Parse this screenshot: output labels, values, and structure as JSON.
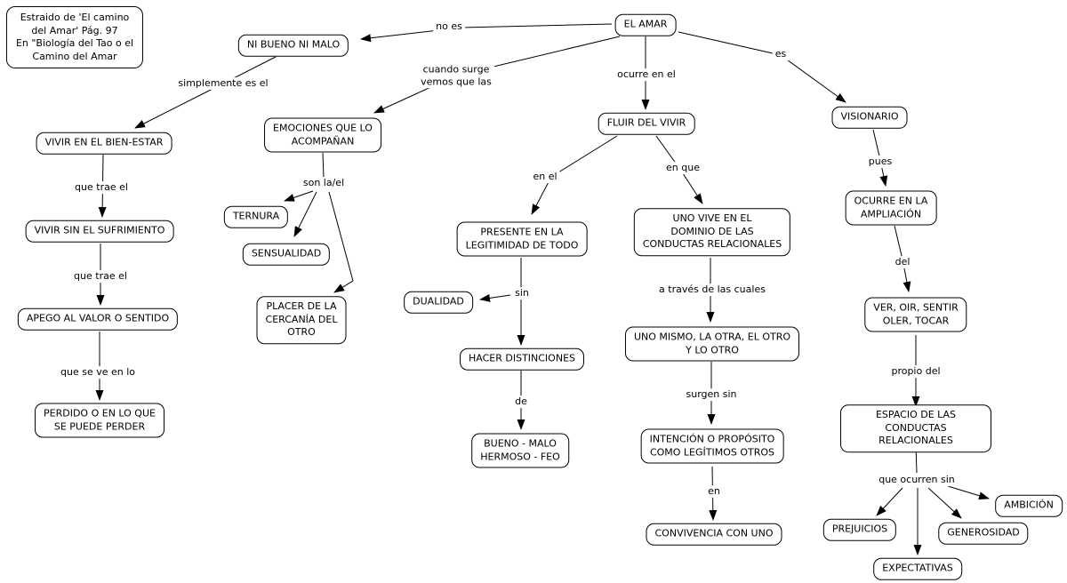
{
  "meta": {
    "background_color": "#ffffff",
    "node_fill_color": "#ffffff",
    "node_border_color": "#000000",
    "line_color": "#000000",
    "text_color": "#000000"
  },
  "source_note": {
    "text": "Estraido de 'El camino\ndel Amar' Pág. 97\nEn \"Biología del Tao o el\nCamino del Amar"
  },
  "nodes": {
    "el_amar": {
      "label": "EL AMAR"
    },
    "ni_bueno_ni_malo": {
      "label": "NI BUENO NI MALO"
    },
    "vivir_bien_estar": {
      "label": "VIVIR EN EL BIEN-ESTAR"
    },
    "emociones": {
      "label": "EMOCIONES QUE LO\nACOMPAÑAN"
    },
    "fluir_del_vivir": {
      "label": "FLUIR DEL VIVIR"
    },
    "visionario": {
      "label": "VISIONARIO"
    },
    "vivir_sin_sufrimiento": {
      "label": "VIVIR SIN EL SUFRIMIENTO"
    },
    "ternura": {
      "label": "TERNURA"
    },
    "sensualidad": {
      "label": "SENSUALIDAD"
    },
    "placer_cercania": {
      "label": "PLACER DE LA\nCERCANÍA DEL\nOTRO"
    },
    "ocurre_ampliacion": {
      "label": "OCURRE EN LA\nAMPLIACIÓN"
    },
    "presente_legitimidad": {
      "label": "PRESENTE EN LA\nLEGITIMIDAD DE TODO"
    },
    "uno_vive_dominio": {
      "label": "UNO VIVE EN EL\nDOMINIO DE LAS\nCONDUCTAS RELACIONALES"
    },
    "apego_valor": {
      "label": "APEGO AL VALOR O SENTIDO"
    },
    "dualidad": {
      "label": "DUALIDAD"
    },
    "ver_oir_sentir": {
      "label": "VER, OIR, SENTIR\nOLER, TOCAR"
    },
    "hacer_distinciones": {
      "label": "HACER DISTINCIONES"
    },
    "uno_mismo": {
      "label": "UNO MISMO, LA OTRA, EL OTRO\nY LO OTRO"
    },
    "perdido": {
      "label": "PERDIDO O EN LO QUE\nSE PUEDE PERDER"
    },
    "espacio_conductas": {
      "label": "ESPACIO DE LAS\nCONDUCTAS RELACIONALES"
    },
    "bueno_malo": {
      "label": "BUENO - MALO\nHERMOSO - FEO"
    },
    "intencion_proposito": {
      "label": "INTENCIÓN O PROPÓSITO\nCOMO LEGÍTIMOS OTROS"
    },
    "prejuicios": {
      "label": "PREJUICIOS"
    },
    "ambicion": {
      "label": "AMBICIÓN"
    },
    "generosidad": {
      "label": "GENEROSIDAD"
    },
    "convivencia": {
      "label": "CONVIVENCIA CON UNO"
    },
    "expectativas": {
      "label": "EXPECTATIVAS"
    }
  },
  "link_labels": {
    "no_es": {
      "text": "no es"
    },
    "simplemente_es_el": {
      "text": "simplemente es el"
    },
    "cuando_surge": {
      "text": "cuando surge\nvemos que las"
    },
    "ocurre_en_el": {
      "text": "ocurre en el"
    },
    "es": {
      "text": "es"
    },
    "que_trae_el_1": {
      "text": "que trae el"
    },
    "que_trae_el_2": {
      "text": "que trae el"
    },
    "que_se_ve_en_lo": {
      "text": "que se ve en lo"
    },
    "son_la_el": {
      "text": "son la/el"
    },
    "en_el": {
      "text": "en el"
    },
    "en_que": {
      "text": "en que"
    },
    "sin": {
      "text": "sin"
    },
    "de": {
      "text": "de"
    },
    "a_traves": {
      "text": "a través de las cuales"
    },
    "surgen_sin": {
      "text": "surgen sin"
    },
    "en": {
      "text": "en"
    },
    "pues": {
      "text": "pues"
    },
    "del": {
      "text": "del"
    },
    "propio_del": {
      "text": "propio del"
    },
    "que_ocurren_sin": {
      "text": "que ocurren sin"
    }
  }
}
